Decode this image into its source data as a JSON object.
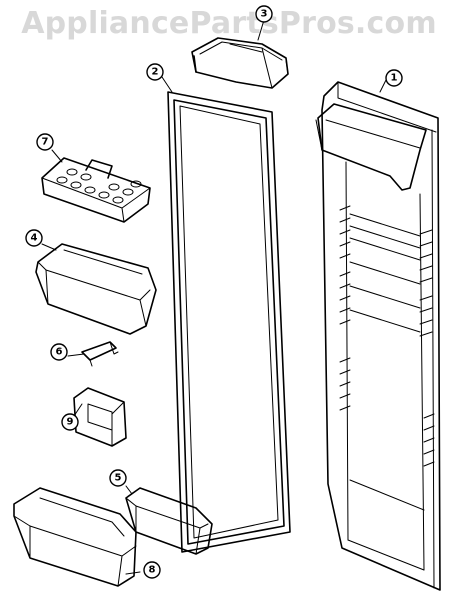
{
  "watermark": "AppliancePartsPros.com",
  "callouts": {
    "door_panel": "1",
    "door_gasket": "2",
    "dairy_door": "3",
    "door_bin": "4",
    "small_bin": "5",
    "bin_clip": "6",
    "egg_tray": "7",
    "large_bin": "8",
    "handle_insert": "9"
  }
}
